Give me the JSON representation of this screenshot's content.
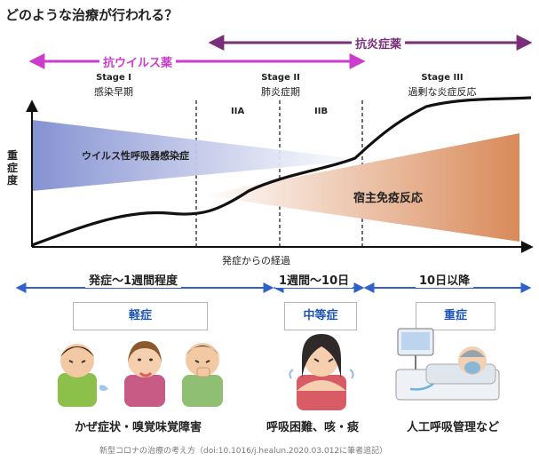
{
  "title": "どのような治療が行われる？",
  "treatments": {
    "antiviral": "抗ウイルス薬",
    "antiinflammatory": "抗炎症薬"
  },
  "stages": [
    {
      "en": "Stage I",
      "jp": "感染早期"
    },
    {
      "en": "Stage II",
      "jp": "肺炎症期"
    },
    {
      "en": "Stage III",
      "jp": "過剰な炎症反応"
    }
  ],
  "substages": [
    "IIA",
    "IIB"
  ],
  "y_axis_label": "重症度",
  "x_axis_label": "発症からの経過",
  "curves": {
    "virus": "ウイルス性呼吸器感染症",
    "host": "宿主免疫反応"
  },
  "periods": [
    "発症～1週間程度",
    "1週間～10日",
    "10日以降"
  ],
  "severity": [
    "軽症",
    "中等症",
    "重症"
  ],
  "symptoms": [
    "かぜ症状・嗅覚味覚障害",
    "呼吸困難、咳・痰",
    "人工呼吸管理など"
  ],
  "footer": "新型コロナの治療の考え方（doi:10.1016/j.healun.2020.03.012に筆者追記）",
  "colors": {
    "antiviral": "#cc3ccc",
    "antiinflammatory": "#7a2e7a",
    "period_arrow": "#2f63c9",
    "severity_text": "#1d55b6",
    "virus_fill": "#8d9bd6",
    "host_fill": "#e0a37c"
  }
}
